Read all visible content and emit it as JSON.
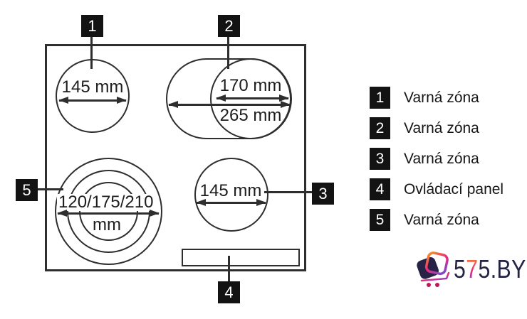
{
  "diagram": {
    "zones": {
      "zone1_dim": "145 mm",
      "zone2_dim_inner": "170 mm",
      "zone2_dim_outer": "265 mm",
      "zone3_dim": "145 mm",
      "zone5_dim": "120/175/210",
      "zone5_dim_unit": "mm"
    },
    "tags": {
      "t1": "1",
      "t2": "2",
      "t3": "3",
      "t4": "4",
      "t5": "5"
    }
  },
  "legend": {
    "items": [
      {
        "num": "1",
        "label": "Varná zóna"
      },
      {
        "num": "2",
        "label": "Varná zóna"
      },
      {
        "num": "3",
        "label": "Varná zóna"
      },
      {
        "num": "4",
        "label": "Ovládací panel"
      },
      {
        "num": "5",
        "label": "Varná zóna"
      }
    ]
  },
  "logo": {
    "text_start": "5",
    "text_gradient": "7",
    "text_end": "5.BY"
  },
  "colors": {
    "line": "#2e2e2e",
    "tag_bg": "#131313",
    "logo_navy": "#232343",
    "gradient_start": "#f7941d",
    "gradient_mid": "#ed2a7b",
    "gradient_end": "#6a4fd8",
    "wheel_pink": "#c2185b"
  }
}
